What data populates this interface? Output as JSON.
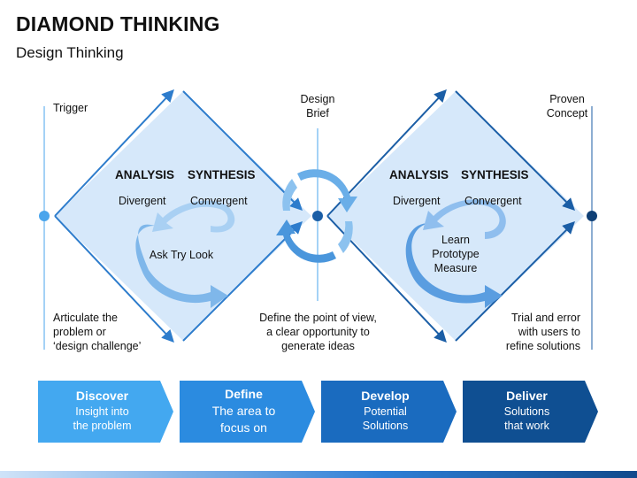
{
  "header": {
    "title": "DIAMOND THINKING",
    "subtitle": "Design Thinking"
  },
  "top_labels": {
    "trigger": "Trigger",
    "design_brief_1": "Design",
    "design_brief_2": "Brief",
    "proven_1": "Proven",
    "proven_2": "Concept"
  },
  "diamond_left": {
    "analysis": "ANALYSIS",
    "synthesis": "SYNTHESIS",
    "divergent": "Divergent",
    "convergent": "Convergent",
    "cycle": "Ask Try Look"
  },
  "diamond_right": {
    "analysis": "ANALYSIS",
    "synthesis": "SYNTHESIS",
    "divergent": "Divergent",
    "convergent": "Convergent",
    "cycle_1": "Learn",
    "cycle_2": "Prototype",
    "cycle_3": "Measure"
  },
  "bottom_labels": {
    "left_1": "Articulate the",
    "left_2": "problem or",
    "left_3": "‘design challenge’",
    "mid_1": "Define the point of view,",
    "mid_2": "a clear opportunity to",
    "mid_3": "generate ideas",
    "right_1": "Trial and error",
    "right_2": "with users to",
    "right_3": "refine solutions"
  },
  "stages": [
    {
      "name": "Discover",
      "line1": "Insight into",
      "line2": "the problem",
      "color": "#43a8f0"
    },
    {
      "name": "Define",
      "line1": "The area to",
      "line2": "focus on",
      "color": "#2b8be0"
    },
    {
      "name": "Develop",
      "line1": "Potential",
      "line2": "Solutions",
      "color": "#1a6bbf"
    },
    {
      "name": "Deliver",
      "line1": "Solutions",
      "line2": "that work",
      "color": "#0f4f92"
    }
  ],
  "colors": {
    "diamond_fill": "#d6e8fa",
    "diamond_stroke_left": "#2d7ccc",
    "diamond_stroke_right": "#1b5ea6",
    "dark_dot": "#0f3f75",
    "light_dot": "#4aa5ec"
  }
}
